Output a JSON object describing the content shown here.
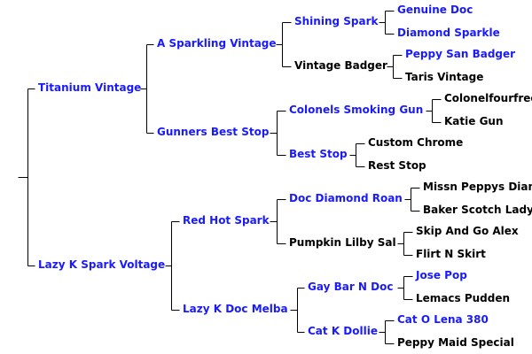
{
  "pedigree": {
    "sire": {
      "name": "Titanium Vintage",
      "sire": {
        "name": "A Sparkling Vintage",
        "sire": {
          "name": "Shining Spark",
          "sire": {
            "name": "Genuine Doc"
          },
          "dam": {
            "name": "Diamond Sparkle"
          }
        },
        "dam": {
          "name": "Vintage Badger",
          "sire": {
            "name": "Peppy San Badger"
          },
          "dam": {
            "name": "Taris Vintage"
          }
        }
      },
      "dam": {
        "name": "Gunners Best Stop",
        "sire": {
          "name": "Colonels Smoking Gun",
          "sire": {
            "name": "Colonelfourfreckle"
          },
          "dam": {
            "name": "Katie Gun"
          }
        },
        "dam": {
          "name": "Best Stop",
          "sire": {
            "name": "Custom Chrome"
          },
          "dam": {
            "name": "Rest Stop"
          }
        }
      }
    },
    "dam": {
      "name": "Lazy K Spark Voltage",
      "sire": {
        "name": "Red Hot Spark",
        "sire": {
          "name": "Doc Diamond Roan",
          "sire": {
            "name": "Missn Peppys Diamond"
          },
          "dam": {
            "name": "Baker Scotch Lady"
          }
        },
        "dam": {
          "name": "Pumpkin Lilby Sal",
          "sire": {
            "name": "Skip And Go Alex"
          },
          "dam": {
            "name": "Flirt N Skirt"
          }
        }
      },
      "dam": {
        "name": "Lazy K Doc Melba",
        "sire": {
          "name": "Gay Bar N Doc",
          "sire": {
            "name": "Jose Pop"
          },
          "dam": {
            "name": "Lemacs Pudden"
          }
        },
        "dam": {
          "name": "Cat K Dollie",
          "sire": {
            "name": "Cat O Lena 380"
          },
          "dam": {
            "name": "Peppy Maid Special"
          }
        }
      }
    }
  },
  "colors": {
    "link": "#1a1aff",
    "text": "#000000",
    "line": "#000000"
  }
}
